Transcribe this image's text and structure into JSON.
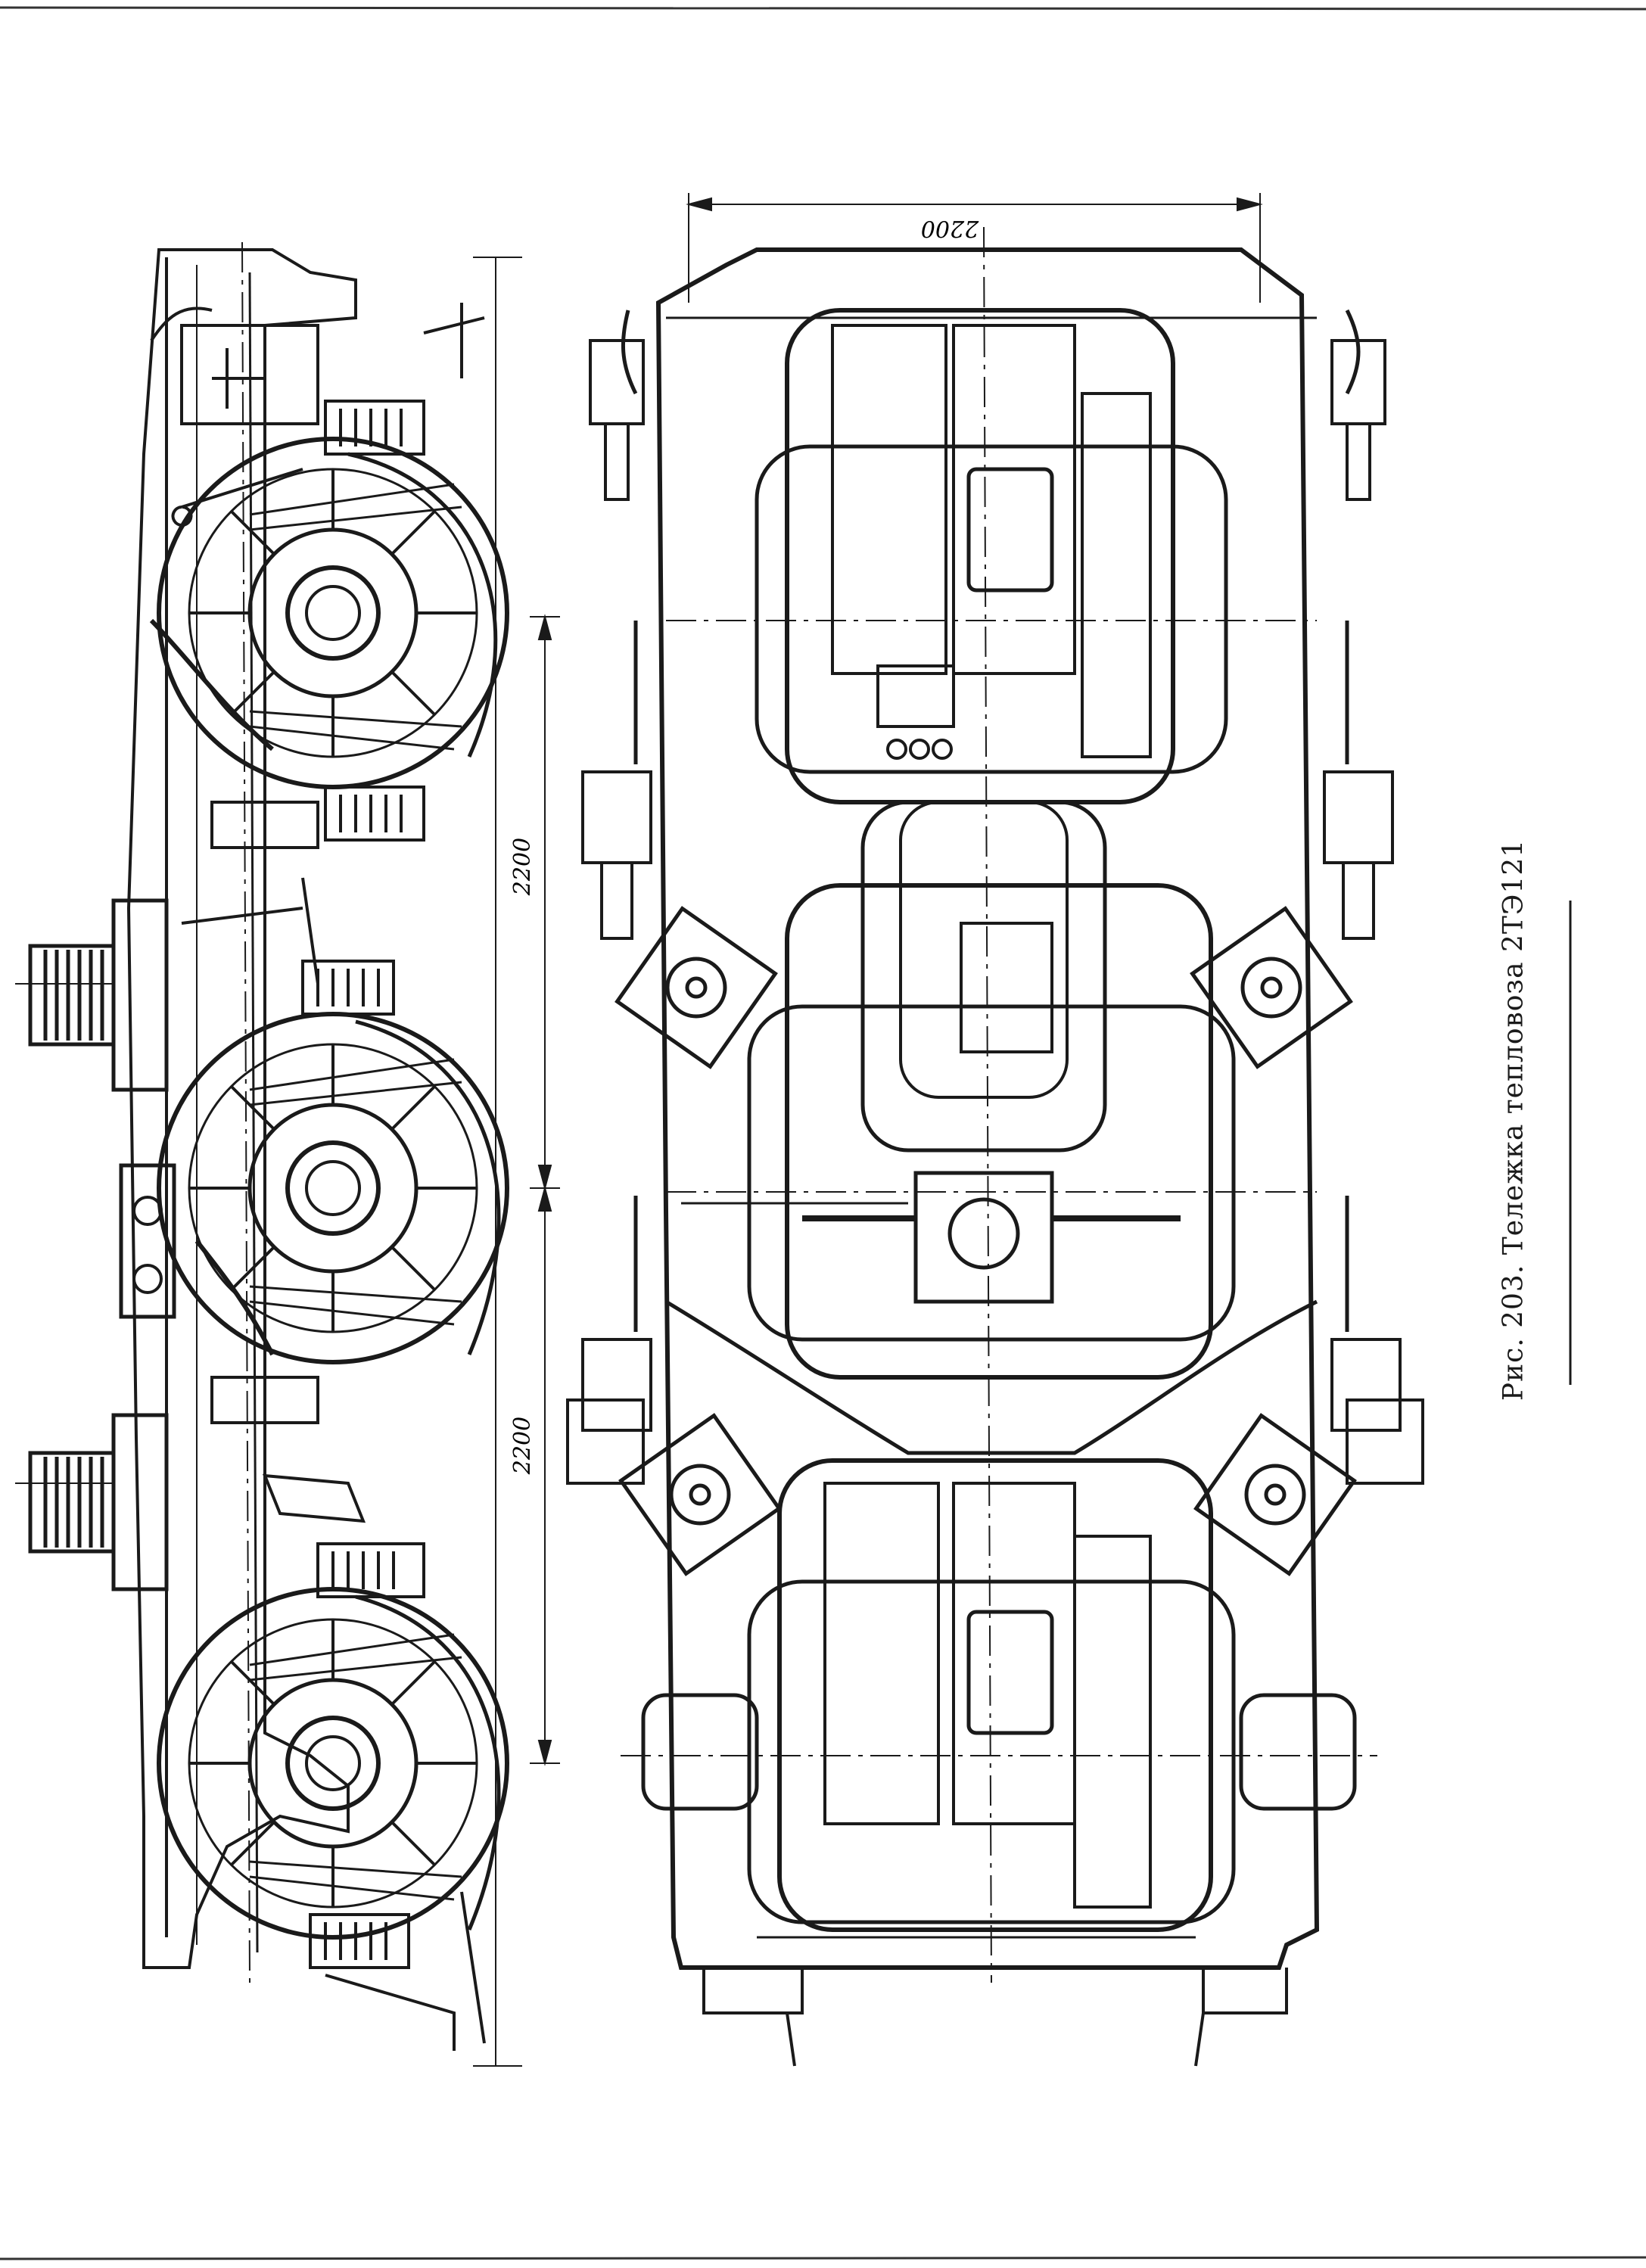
{
  "figure": {
    "caption": "Рис. 203. Тележка тепловоза 2ТЭ121",
    "dimensions": {
      "top_width": "2200",
      "wheelbase_upper": "2200",
      "wheelbase_lower": "2200"
    }
  },
  "colors": {
    "paper": "#ffffff",
    "ink": "#1a1a1a"
  }
}
